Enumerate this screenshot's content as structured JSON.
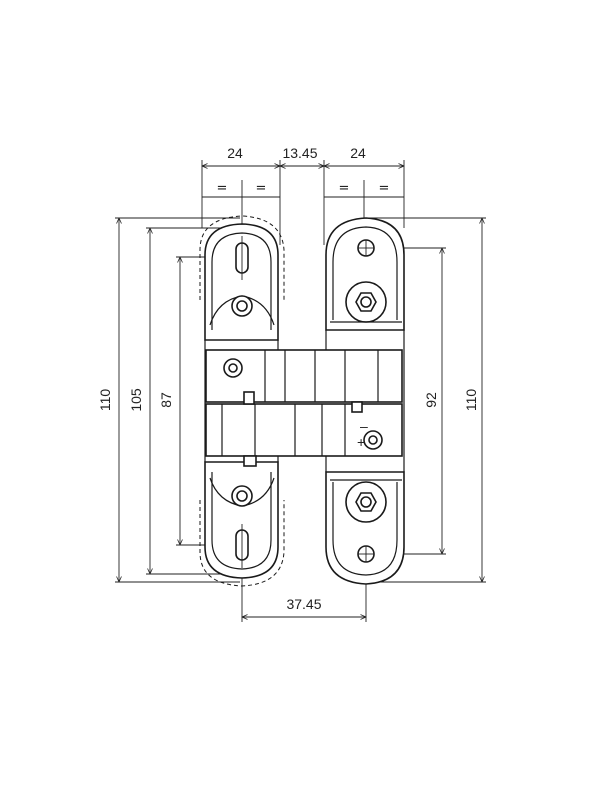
{
  "dimensions": {
    "top_left_width": "24",
    "top_gap": "13.45",
    "top_right_width": "24",
    "equal_marks": [
      "=",
      "=",
      "=",
      "="
    ],
    "left_outer_height": "110",
    "left_mid_height": "105",
    "left_inner_height": "87",
    "right_inner_height": "92",
    "right_outer_height": "110",
    "bottom_center_distance": "37.45"
  },
  "symbols": {
    "minus": "–",
    "plus": "+"
  }
}
